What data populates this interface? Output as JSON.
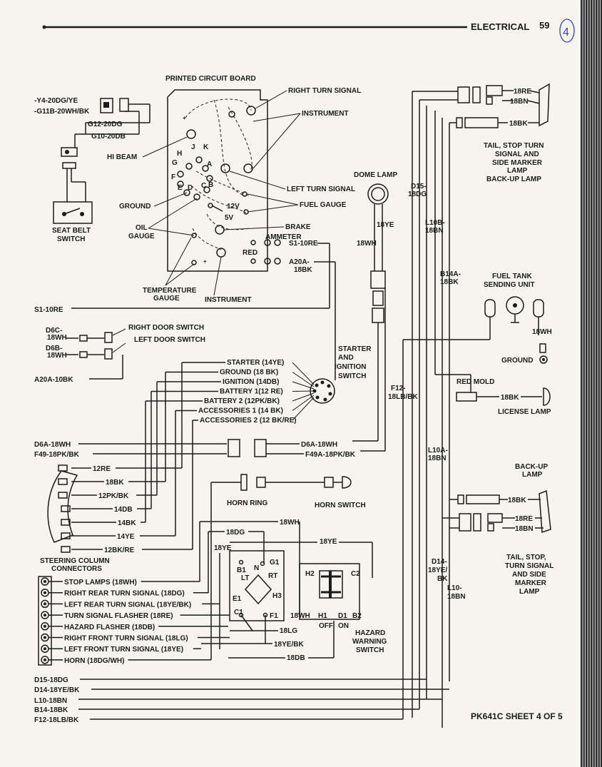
{
  "header": {
    "section": "ELECTRICAL",
    "page_number": "59",
    "handwritten_mark": "4"
  },
  "footer": {
    "sheet": "PK641C SHEET 4 OF 5"
  },
  "labels": {
    "printed_circuit_board": "PRINTED CIRCUIT BOARD",
    "right_turn_signal": "RIGHT TURN SIGNAL",
    "instrument_top": "INSTRUMENT",
    "hi_beam": "HI BEAM",
    "left_turn_signal": "LEFT TURN SIGNAL",
    "fuel_gauge": "FUEL GAUGE",
    "brake": "BRAKE",
    "ammeter": "AMMETER",
    "red": "RED",
    "ground": "GROUND",
    "oil_gauge_1": "OIL",
    "oil_gauge_2": "GAUGE",
    "temp_gauge_1": "TEMPERATURE",
    "temp_gauge_2": "GAUGE",
    "instrument_bottom": "INSTRUMENT",
    "seat_belt_1": "SEAT BELT",
    "seat_belt_2": "SWITCH",
    "pcb_12v": "12V",
    "pcb_5v": "5V",
    "pcb_h": "H",
    "pcb_j": "J",
    "pcb_k": "K",
    "pcb_g": "G",
    "pcb_f": "F",
    "pcb_e": "E",
    "pcb_d": "D",
    "pcb_c": "C",
    "pcb_b": "B",
    "pcb_a": "A",
    "dome_lamp": "DOME LAMP",
    "right_door_switch": "RIGHT DOOR SWITCH",
    "left_door_switch": "LEFT DOOR SWITCH",
    "starter_1": "STARTER",
    "starter_2": "AND",
    "starter_3": "IGNITION",
    "starter_4": "SWITCH",
    "horn_ring": "HORN RING",
    "horn_switch": "HORN SWITCH",
    "steering_1": "STEERING COLUMN",
    "steering_2": "CONNECTORS",
    "hazard_1": "HAZARD",
    "hazard_2": "WARNING",
    "hazard_3": "SWITCH",
    "off": "OFF",
    "on": "ON",
    "rear_lamp_1": "TAIL, STOP TURN",
    "rear_lamp_2": "SIGNAL AND",
    "rear_lamp_3": "SIDE MARKER",
    "rear_lamp_4": "LAMP",
    "rear_lamp_5": "BACK-UP LAMP",
    "fuel_tank_1": "FUEL TANK",
    "fuel_tank_2": "SENDING UNIT",
    "ground_right": "GROUND",
    "red_mold": "RED MOLD",
    "license_lamp": "LICENSE LAMP",
    "backup_1": "BACK-UP",
    "backup_2": "LAMP",
    "tail_1": "TAIL, STOP,",
    "tail_2": "TURN SIGNAL",
    "tail_3": "AND SIDE",
    "tail_4": "MARKER",
    "tail_5": "LAMP"
  },
  "wires": {
    "y4": "-Y4-20DG/YE",
    "g11b": "-G11B-20WH/BK",
    "g12": "G12-20DG",
    "g10": "G10-20DB",
    "s1_left": "S1-10RE",
    "s1_right": "S1-10RE",
    "a20a": "A20A-",
    "a20a_2": "18BK",
    "d6c": "D6C-",
    "d6c_2": "18WH",
    "d6b": "D6B-",
    "d6b_2": "18WH",
    "a20a_10bk": "A20A-10BK",
    "d6a_left": "D6A-18WH",
    "f49_left": "F49-18PK/BK",
    "d6a_right": "D6A-18WH",
    "f49a": "F49A-18PK/BK",
    "dome_18ye": "18YE",
    "dome_18wh": "18WH",
    "d15": "D15-",
    "d15_2": "18DG",
    "l10b": "L10B-",
    "l10b_2": "18BN",
    "b14a": "B14A-",
    "b14a_2": "18BK",
    "f12": "F12-",
    "f12_2": "18LB/BK",
    "l10a": "L10A-",
    "l10a_2": "18BN",
    "d14": "D14-",
    "d14_2": "18YE/",
    "d14_3": "BK",
    "l10": "L10-",
    "l10_2": "18BN",
    "re_top": "18RE",
    "bn_top": "18BN",
    "bk_top": "18BK",
    "wh_right": "18WH",
    "bk_license": "18BK",
    "bk_backup": "18BK",
    "re_bottom": "18RE",
    "bn_bottom": "18BN",
    "bottom_d15": "D15-18DG",
    "bottom_d14": "D14-18YE/BK",
    "bottom_l10": "L10-18BN",
    "bottom_b14": "B14-18BK",
    "bottom_f12": "F12-18LB/BK"
  },
  "ignition_terminals": [
    "STARTER (14YE)",
    "GROUND (18 BK)",
    "IGNITION (14DB)",
    "BATTERY 1(12 RE)",
    "BATTERY 2 (12PK/BK)",
    "ACCESSORIES 1 (14 BK)",
    "ACCESSORIES 2 (12 BK/RE)"
  ],
  "steering_wires": [
    "12RE",
    "18BK",
    "12PK/BK",
    "14DB",
    "14BK",
    "14YE",
    "12BK/RE"
  ],
  "steering_functions": [
    "STOP LAMPS (18WH)",
    "RIGHT REAR TURN SIGNAL (18DG)",
    "LEFT REAR TURN SIGNAL (18YE/BK)",
    "TURN SIGNAL FLASHER (18RE)",
    "HAZARD FLASHER (18DB)",
    "RIGHT FRONT TURN SIGNAL (18LG)",
    "LEFT FRONT TURN SIGNAL (18YE)",
    "HORN (18DG/WH)"
  ],
  "switch_block": {
    "wh": "18WH",
    "dg": "18DG",
    "ye_top": "18YE",
    "ye_left": "18YE",
    "b1": "B1",
    "lt": "LT",
    "n": "N",
    "g1": "G1",
    "rt": "RT",
    "e1": "E1",
    "h3": "H3",
    "c1": "C1",
    "f1": "F1",
    "lg": "18LG",
    "yebk": "18YE/BK",
    "db": "18DB",
    "h2": "H2",
    "c2": "C2",
    "wh_bottom": "18WH",
    "h1": "H1",
    "d1": "D1",
    "b2": "B2"
  }
}
